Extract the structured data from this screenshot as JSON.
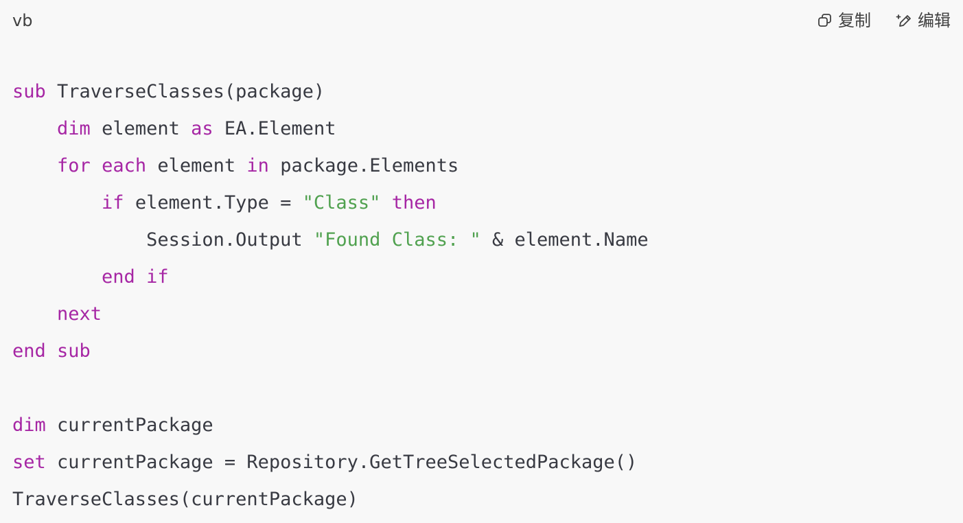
{
  "header": {
    "language": "vb",
    "copy_label": "复制",
    "edit_label": "编辑",
    "copy_icon": "copy-icon",
    "edit_icon": "pencil-sparkle-icon"
  },
  "colors": {
    "keyword": "#a626a4",
    "string": "#50a14f",
    "text": "#383a42",
    "background": "#f8f8f8"
  },
  "code": {
    "lines": [
      [
        {
          "t": "sub",
          "k": "kw"
        },
        {
          "t": " TraverseClasses(package)",
          "k": "plain"
        }
      ],
      [
        {
          "t": "    ",
          "k": "plain"
        },
        {
          "t": "dim",
          "k": "kw"
        },
        {
          "t": " element ",
          "k": "plain"
        },
        {
          "t": "as",
          "k": "kw"
        },
        {
          "t": " EA.Element",
          "k": "plain"
        }
      ],
      [
        {
          "t": "    ",
          "k": "plain"
        },
        {
          "t": "for",
          "k": "kw"
        },
        {
          "t": " ",
          "k": "plain"
        },
        {
          "t": "each",
          "k": "kw"
        },
        {
          "t": " element ",
          "k": "plain"
        },
        {
          "t": "in",
          "k": "kw"
        },
        {
          "t": " package.Elements",
          "k": "plain"
        }
      ],
      [
        {
          "t": "        ",
          "k": "plain"
        },
        {
          "t": "if",
          "k": "kw"
        },
        {
          "t": " element.Type = ",
          "k": "plain"
        },
        {
          "t": "\"Class\"",
          "k": "str"
        },
        {
          "t": " ",
          "k": "plain"
        },
        {
          "t": "then",
          "k": "kw"
        }
      ],
      [
        {
          "t": "            Session.Output ",
          "k": "plain"
        },
        {
          "t": "\"Found Class: \"",
          "k": "str"
        },
        {
          "t": " & element.Name",
          "k": "plain"
        }
      ],
      [
        {
          "t": "        ",
          "k": "plain"
        },
        {
          "t": "end",
          "k": "kw"
        },
        {
          "t": " ",
          "k": "plain"
        },
        {
          "t": "if",
          "k": "kw"
        }
      ],
      [
        {
          "t": "    ",
          "k": "plain"
        },
        {
          "t": "next",
          "k": "kw"
        }
      ],
      [
        {
          "t": "end",
          "k": "kw"
        },
        {
          "t": " ",
          "k": "plain"
        },
        {
          "t": "sub",
          "k": "kw"
        }
      ],
      [],
      [
        {
          "t": "dim",
          "k": "kw"
        },
        {
          "t": " currentPackage",
          "k": "plain"
        }
      ],
      [
        {
          "t": "set",
          "k": "kw"
        },
        {
          "t": " currentPackage = Repository.GetTreeSelectedPackage()",
          "k": "plain"
        }
      ],
      [
        {
          "t": "TraverseClasses(currentPackage)",
          "k": "plain"
        }
      ]
    ]
  }
}
